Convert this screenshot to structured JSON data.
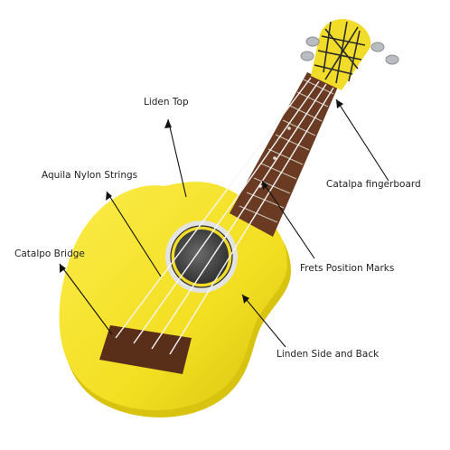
{
  "colors": {
    "body": "#f5e227",
    "body_shade": "#e2cd12",
    "fingerboard": "#6a3a22",
    "bridge": "#5a2f1a",
    "headstock": "#f2dc2a",
    "headstock_pattern": "#2a2a2a",
    "soundhole_ring": "#dcdcdc",
    "soundhole": "#4a4a4a",
    "strings": "#f6f6f6",
    "tuners": "#b9bcc0",
    "pointer": "#111111"
  },
  "labels": {
    "top": "Liden Top",
    "strings": "Aquila Nylon Strings",
    "bridge": "Catalpo Bridge",
    "fingerboard": "Catalpa fingerboard",
    "frets": "Frets Position Marks",
    "side": "Linden Side and Back"
  }
}
